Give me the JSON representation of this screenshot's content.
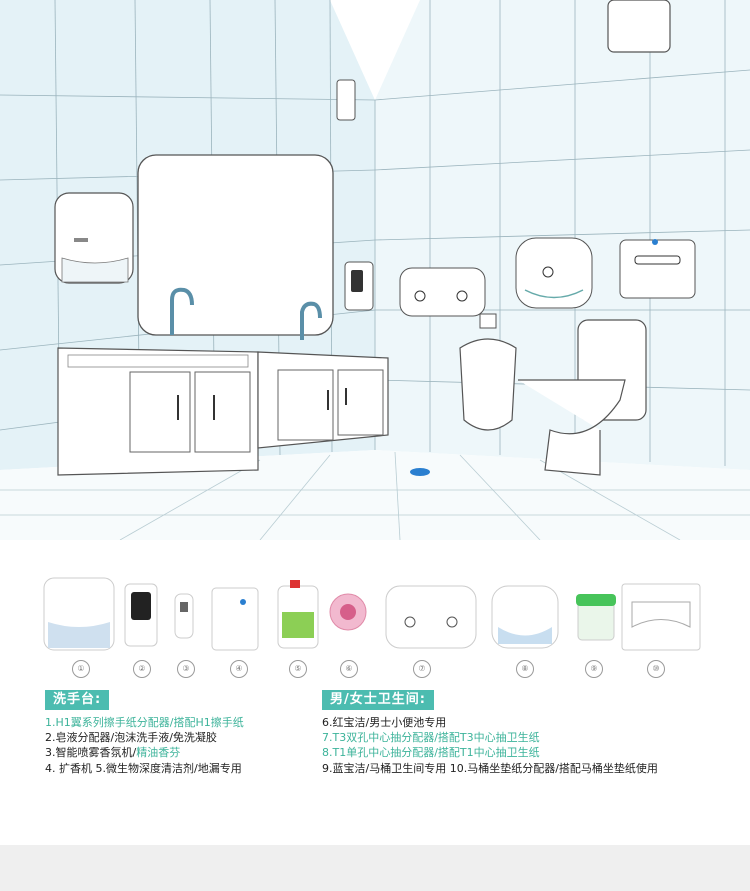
{
  "numbers": [
    "①",
    "②",
    "③",
    "④",
    "⑤",
    "⑥",
    "⑦",
    "⑧",
    "⑨",
    "⑩"
  ],
  "left_section": {
    "heading": "洗手台:",
    "line1": "1.H1翼系列擦手纸分配器/搭配H1擦手纸",
    "line2": "2.皂液分配器/泡沫洗手液/免洗凝胶",
    "line3_black": "3.智能喷雾香氛机/",
    "line3_green": "精油香芬",
    "line4": "4. 扩香机    5.微生物深度清洁剂/地漏专用"
  },
  "right_section": {
    "heading": "男/女士卫生间:",
    "line6": "6.红宝洁/男士小便池专用",
    "line7": "7.T3双孔中心抽分配器/搭配T3中心抽卫生纸",
    "line8": "8.T1单孔中心抽分配器/搭配T1中心抽卫生纸",
    "line9": "9.蓝宝洁/马桶卫生间专用    10.马桶坐垫纸分配器/搭配马桶坐垫纸使用"
  },
  "colors": {
    "accent": "#4cbcb0",
    "text_green": "#3cb39a",
    "wall": "#e6f3f7"
  }
}
